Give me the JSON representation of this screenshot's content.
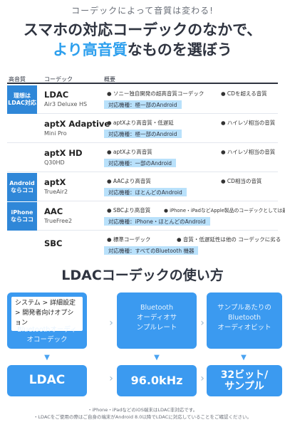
{
  "header": {
    "kicker": "コーデックによって音質は変わる!",
    "headline": "スマホの対応コーデックのなかで、",
    "headline_accent": "より高音質",
    "headline_rest": "なものを選ぼう"
  },
  "table": {
    "columns": [
      "高音質",
      "コーデック",
      "概要"
    ],
    "rows": [
      {
        "badge": "理想は\nLDAC対応",
        "codec": "LDAC",
        "model": "Air3 Deluxe HS",
        "feature_a": "● ソニー独自開発の超高音質コーデック",
        "feature_b": "● CDを超える音質",
        "compat": "対応機種：極一部のAndroid"
      },
      {
        "codec": "aptX Adaptive",
        "model": "Mini Pro",
        "feature_a": "● aptXより高音質・低遅延",
        "feature_b": "● ハイレゾ相当の音質",
        "compat": "対応機種：極一部のAndroid"
      },
      {
        "codec": "aptX HD",
        "model": "Q30HD",
        "feature_a": "● aptXより高音質",
        "feature_b": "● ハイレゾ相当の音質",
        "compat": "対応機種：一部のAndroid"
      },
      {
        "badge": "Android\nならココ",
        "codec": "aptX",
        "model": "TrueAir2",
        "feature_a": "● AACより高音質",
        "feature_b": "● CD相当の音質",
        "compat": "対応機種：ほとんどのAndroid"
      },
      {
        "badge": "iPhone\nならココ",
        "codec": "AAC",
        "model": "TrueFree2",
        "feature_a": "● SBCより高音質",
        "feature_b": "● iPhone・iPadなどApple製品のコーデックとしては最上位",
        "compat": "対応機種：iPhone・ほとんどのAndroid"
      },
      {
        "codec": "SBC",
        "model": "",
        "feature_a": "● 標準コーデック",
        "feature_b": "● 音質・低遅延性は他の コーデックに劣る",
        "compat": "対応機種：すべてのBluetooth 機器"
      }
    ]
  },
  "howto": {
    "title": "LDACコーデックの使い方",
    "menu_path": [
      "システム > 詳細設定",
      "> 開発者向けオプション"
    ],
    "steps": [
      {
        "label": "Bluetoothオーディ\nオコーデック"
      },
      {
        "label": "Bluetooth\nオーディオサ\nンプルレート"
      },
      {
        "label": "サンプルあたりの\nBluetooth\nオーディオビット"
      }
    ],
    "results": [
      "LDAC",
      "96.0kHz",
      "32ビット/\nサンプル"
    ]
  },
  "notes": [
    "・iPhone・iPadなどのiOS端末はLDAC非対応です。",
    "・LDACをご使用の際はご自身の端末がAndroid 8.0以降でLDACに対応していることをご確認ください。"
  ],
  "colors": {
    "accent": "#2ea0ee",
    "badge": "#2f87d8",
    "compat_bg": "#b9e1fb",
    "step_bg": "#3b9af0"
  }
}
